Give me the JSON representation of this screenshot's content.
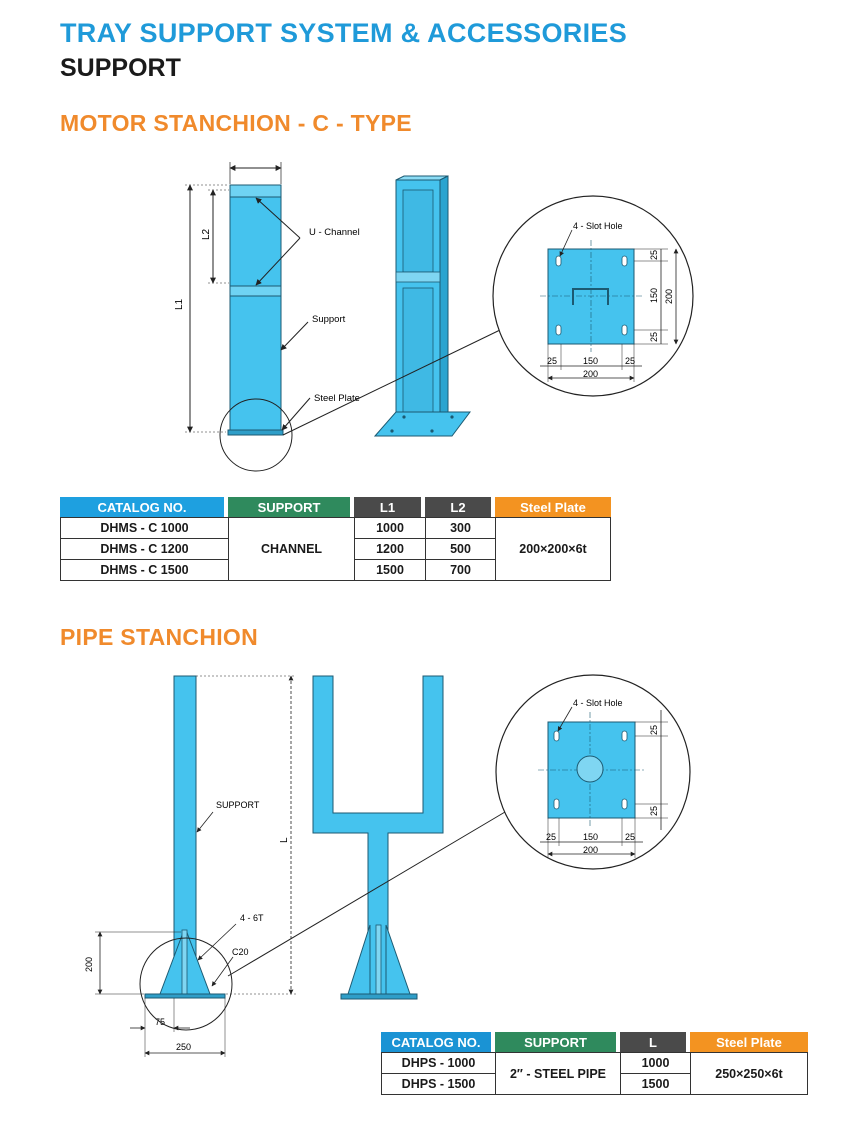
{
  "header": {
    "title": "TRAY SUPPORT SYSTEM & ACCESSORIES",
    "subtitle": "SUPPORT"
  },
  "motor_section": {
    "title": "MOTOR STANCHION - C - TYPE",
    "labels": {
      "u_channel": "U - Channel",
      "support": "Support",
      "steel_plate": "Steel Plate",
      "l1": "L1",
      "l2": "L2",
      "slot_hole": "4 - Slot Hole"
    },
    "plate_dims": {
      "top_edge": "25",
      "middle_v": "150",
      "bottom_edge": "25",
      "overall_v": "200",
      "left_edge": "25",
      "middle_h": "150",
      "right_edge": "25",
      "overall_h": "200"
    },
    "table": {
      "headers": [
        "CATALOG NO.",
        "SUPPORT",
        "L1",
        "L2",
        "Steel Plate"
      ],
      "support_value": "CHANNEL",
      "plate_value": "200×200×6t",
      "rows": [
        {
          "catalog": "DHMS - C 1000",
          "l1": "1000",
          "l2": "300"
        },
        {
          "catalog": "DHMS - C 1200",
          "l1": "1200",
          "l2": "500"
        },
        {
          "catalog": "DHMS - C 1500",
          "l1": "1500",
          "l2": "700"
        }
      ]
    }
  },
  "pipe_section": {
    "title": "PIPE STANCHION",
    "labels": {
      "support": "SUPPORT",
      "l": "L",
      "rib": "4 - 6T",
      "chamfer": "C20",
      "dim_200": "200",
      "dim_75": "75",
      "dim_250": "250",
      "slot_hole": "4 - Slot Hole"
    },
    "plate_dims": {
      "top_edge": "25",
      "bottom_edge": "25",
      "left_edge": "25",
      "middle_h": "150",
      "right_edge": "25",
      "overall_h": "200"
    },
    "table": {
      "headers": [
        "CATALOG NO.",
        "SUPPORT",
        "L",
        "Steel Plate"
      ],
      "support_value": "2″ - STEEL PIPE",
      "plate_value": "250×250×6t",
      "rows": [
        {
          "catalog": "DHPS - 1000",
          "l": "1000"
        },
        {
          "catalog": "DHPS - 1500",
          "l": "1500"
        }
      ]
    }
  },
  "colors": {
    "title_blue": "#1f9ad9",
    "section_orange": "#f08a2c",
    "steel_blue": "#45c3ee",
    "header_green": "#2f8a5d",
    "header_gray": "#4a4a4a",
    "header_orange": "#f39321"
  }
}
